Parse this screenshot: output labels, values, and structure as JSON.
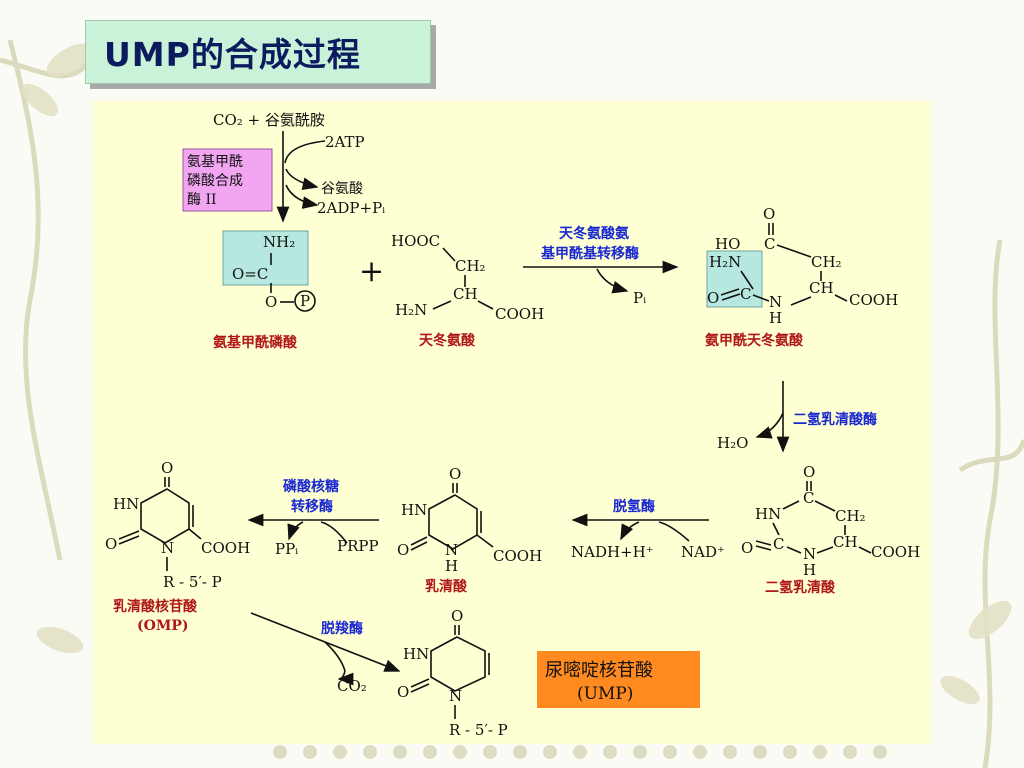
{
  "title": "UMP的合成过程",
  "step1": {
    "reactants": "CO₂ + 谷氨酰胺",
    "in_atp": "2ATP",
    "out_glu": "谷氨酸",
    "out_adp": "2ADP+Pᵢ",
    "enzyme_lines": [
      "氨基甲酰",
      "磷酸合成",
      "酶 II"
    ]
  },
  "carbamoyl_phosphate": {
    "nh2": "NH₂",
    "oc": "O=C",
    "o": "O",
    "p": "P",
    "name": "氨基甲酰磷酸"
  },
  "plus": "+",
  "aspartate": {
    "hooc": "HOOC",
    "ch2": "CH₂",
    "ch": "CH",
    "h2n": "H₂N",
    "cooh": "COOH",
    "name": "天冬氨酸"
  },
  "step2": {
    "enzyme_lines": [
      "天冬氨酸氨",
      "基甲酰基转移酶"
    ],
    "out": "Pᵢ"
  },
  "carbamoyl_aspartate": {
    "o": "O",
    "ho": "HO",
    "c": "C",
    "ch2": "CH₂",
    "h2n": "H₂N",
    "ch": "CH",
    "oc": "O",
    "n": "N",
    "h": "H",
    "cooh": "COOH",
    "name": "氨甲酰天冬氨酸"
  },
  "step3": {
    "enzyme": "二氢乳清酸酶",
    "out": "H₂O"
  },
  "dihydroorotate": {
    "o": "O",
    "hn": "HN",
    "c": "C",
    "ch2": "CH₂",
    "ch": "CH",
    "n": "N",
    "h": "H",
    "cooh": "COOH",
    "name": "二氢乳清酸"
  },
  "step4": {
    "enzyme": "脱氢酶",
    "cofactor_out": "NADH+H⁺",
    "cofactor_in": "NAD⁺"
  },
  "orotate": {
    "o_top": "O",
    "hn": "HN",
    "o_left": "O",
    "n": "N",
    "h": "H",
    "cooh": "COOH",
    "name": "乳清酸"
  },
  "step5": {
    "enzyme_lines": [
      "磷酸核糖",
      "转移酶"
    ],
    "out": "PPᵢ",
    "in": "PRPP"
  },
  "omp": {
    "o_top": "O",
    "hn": "HN",
    "o_left": "O",
    "n": "N",
    "cooh": "COOH",
    "r": "R - 5′- P",
    "name_lines": [
      "乳清酸核苷酸",
      "(OMP)"
    ]
  },
  "step6": {
    "enzyme": "脱羧酶",
    "out": "CO₂"
  },
  "ump": {
    "o_top": "O",
    "hn": "HN",
    "o_left": "O",
    "n": "N",
    "r": "R - 5′- P",
    "name_lines": [
      "尿嘧啶核苷酸",
      "(UMP)"
    ]
  },
  "colors": {
    "title_bg": "#c9f2d8",
    "title_text": "#0b1b5e",
    "panel_bg": "#ffffd4",
    "enzyme_box": "#f2a6f2",
    "group_highlight": "#b7e8e0",
    "enzyme_text": "#1a2ad0",
    "name_text": "#b01818",
    "ump_box": "#ff8a1f"
  }
}
